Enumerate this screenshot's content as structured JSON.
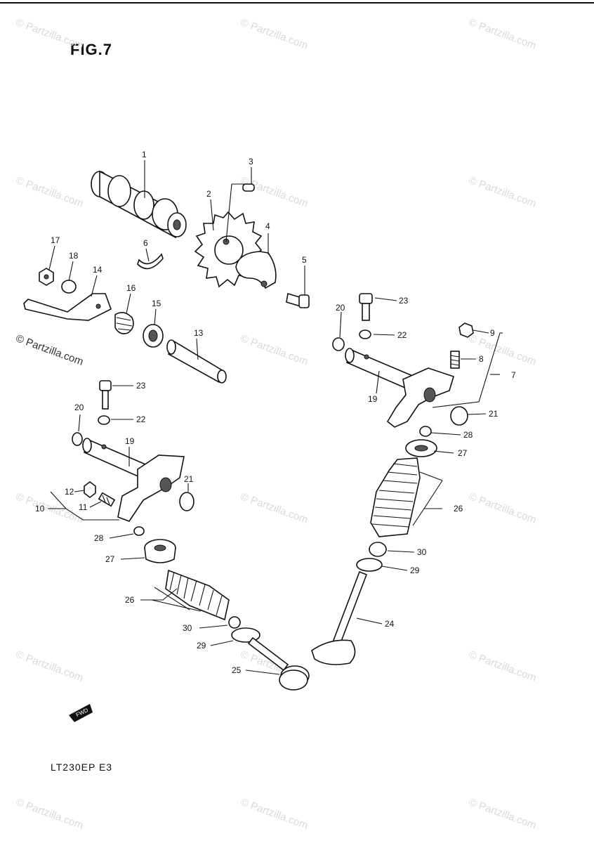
{
  "figure_title": "FIG.7",
  "model_code": "LT230EP E3",
  "watermark": "© Partzilla.com",
  "fwd_label": "FWD",
  "callouts": {
    "n1": "1",
    "n2": "2",
    "n3": "3",
    "n4": "4",
    "n5": "5",
    "n6": "6",
    "n7": "7",
    "n8": "8",
    "n9": "9",
    "n10": "10",
    "n11": "11",
    "n12": "12",
    "n13": "13",
    "n14": "14",
    "n15": "15",
    "n16": "16",
    "n17": "17",
    "n18": "18",
    "n19": "19",
    "n20": "20",
    "n21": "21",
    "n22": "22",
    "n23": "23",
    "n24": "24",
    "n25": "25",
    "n26": "26",
    "n27": "27",
    "n28": "28",
    "n29": "29",
    "n30": "30"
  }
}
